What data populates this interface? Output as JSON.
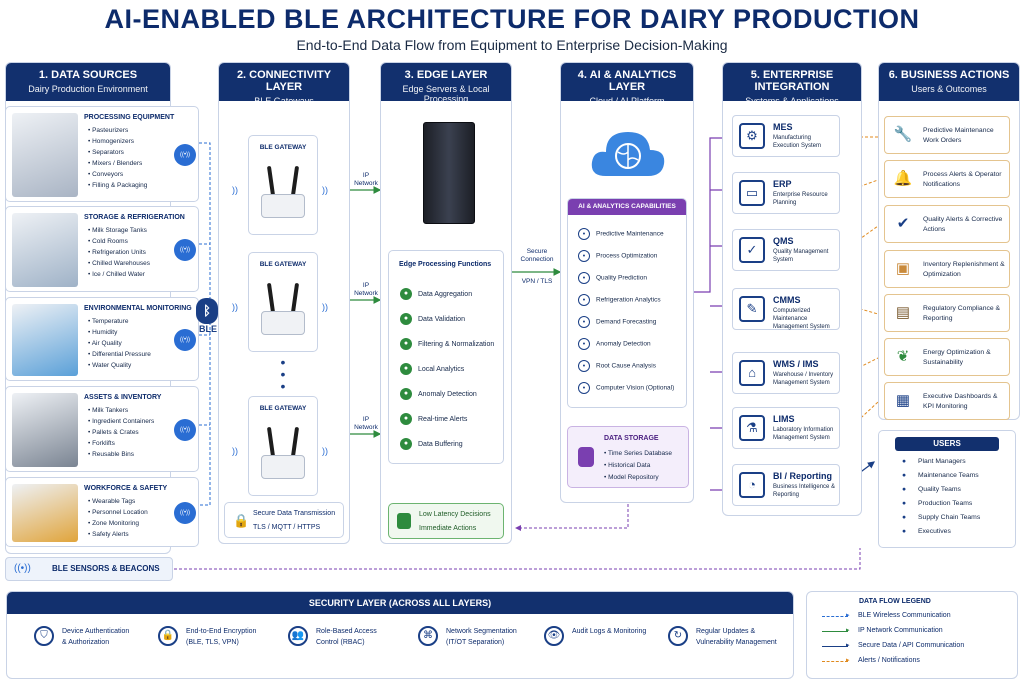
{
  "title": "AI-ENABLED BLE ARCHITECTURE FOR DAIRY PRODUCTION",
  "subtitle": "End-to-End Data Flow from Equipment to Enterprise Decision-Making",
  "columns": {
    "data_sources": {
      "title": "1. DATA SOURCES",
      "subtitle": "Dairy Production Environment"
    },
    "connectivity": {
      "title": "2. CONNECTIVITY LAYER",
      "subtitle": "BLE Gateways"
    },
    "edge": {
      "title": "3. EDGE LAYER",
      "subtitle": "Edge Servers & Local Processing"
    },
    "ai": {
      "title": "4. AI & ANALYTICS LAYER",
      "subtitle": "Cloud / AI Platform"
    },
    "enterprise": {
      "title": "5. ENTERPRISE INTEGRATION",
      "subtitle": "Systems & Applications"
    },
    "business": {
      "title": "6. BUSINESS ACTIONS",
      "subtitle": "Users & Outcomes"
    }
  },
  "sources": [
    {
      "title": "PROCESSING EQUIPMENT",
      "items": [
        "Pasteurizers",
        "Homogenizers",
        "Separators",
        "Mixers / Blenders",
        "Conveyors",
        "Filling & Packaging"
      ]
    },
    {
      "title": "STORAGE & REFRIGERATION",
      "items": [
        "Milk Storage Tanks",
        "Cold Rooms",
        "Refrigeration Units",
        "Chilled Warehouses",
        "Ice / Chilled Water"
      ]
    },
    {
      "title": "ENVIRONMENTAL MONITORING",
      "items": [
        "Temperature",
        "Humidity",
        "Air Quality",
        "Differential Pressure",
        "Water Quality"
      ]
    },
    {
      "title": "ASSETS & INVENTORY",
      "items": [
        "Milk Tankers",
        "Ingredient Containers",
        "Pallets & Crates",
        "Forklifts",
        "Reusable Bins"
      ]
    },
    {
      "title": "WORKFORCE & SAFETY",
      "items": [
        "Wearable Tags",
        "Personnel Location",
        "Zone Monitoring",
        "Safety Alerts"
      ]
    }
  ],
  "ble_label": "BLE",
  "ble_sensors": "BLE SENSORS & BEACONS",
  "gateways": [
    "BLE GATEWAY",
    "BLE GATEWAY",
    "BLE GATEWAY"
  ],
  "ip_network": "IP\nNetwork",
  "secure_tx": {
    "title": "Secure Data Transmission",
    "protocols": "TLS / MQTT / HTTPS"
  },
  "edge": {
    "functions_title": "Edge Processing Functions",
    "functions": [
      "Data Aggregation",
      "Data Validation",
      "Filtering & Normalization",
      "Local Analytics",
      "Anomaly Detection",
      "Real-time Alerts",
      "Data Buffering"
    ],
    "low_latency": {
      "title": "Low Latency Decisions",
      "sub": "Immediate Actions"
    }
  },
  "secure_connection": {
    "label": "Secure\nConnection",
    "protocol": "VPN / TLS"
  },
  "ai": {
    "capabilities_title": "AI & ANALYTICS CAPABILITIES",
    "capabilities": [
      "Predictive Maintenance",
      "Process Optimization",
      "Quality Prediction",
      "Refrigeration Analytics",
      "Demand Forecasting",
      "Anomaly Detection",
      "Root Cause Analysis",
      "Computer Vision (Optional)"
    ],
    "storage_title": "DATA STORAGE",
    "storage": [
      "Time Series Database",
      "Historical Data",
      "Model Repository"
    ]
  },
  "enterprise": [
    {
      "name": "MES",
      "desc": "Manufacturing Execution System",
      "icon": "gear-monitor-icon"
    },
    {
      "name": "ERP",
      "desc": "Enterprise Resource Planning",
      "icon": "monitor-icon"
    },
    {
      "name": "QMS",
      "desc": "Quality Management System",
      "icon": "shield-check-icon"
    },
    {
      "name": "CMMS",
      "desc": "Computerized Maintenance Management System",
      "icon": "wrench-gear-icon"
    },
    {
      "name": "WMS / IMS",
      "desc": "Warehouse / Inventory Management System",
      "icon": "warehouse-icon"
    },
    {
      "name": "LIMS",
      "desc": "Laboratory Information Management System",
      "icon": "flask-icon"
    },
    {
      "name": "BI / Reporting",
      "desc": "Business Intelligence & Reporting",
      "icon": "pie-chart-icon"
    }
  ],
  "actions": [
    {
      "label": "Predictive Maintenance Work Orders",
      "icon": "wrench-icon"
    },
    {
      "label": "Process Alerts & Operator Notifications",
      "icon": "bell-icon"
    },
    {
      "label": "Quality Alerts & Corrective Actions",
      "icon": "shield-check-icon"
    },
    {
      "label": "Inventory Replenishment & Optimization",
      "icon": "box-icon"
    },
    {
      "label": "Regulatory Compliance & Reporting",
      "icon": "clipboard-icon"
    },
    {
      "label": "Energy Optimization & Sustainability",
      "icon": "leaf-icon"
    },
    {
      "label": "Executive Dashboards & KPI Monitoring",
      "icon": "dashboard-icon"
    }
  ],
  "users": {
    "title": "USERS",
    "items": [
      "Plant Managers",
      "Maintenance Teams",
      "Quality Teams",
      "Production Teams",
      "Supply Chain Teams",
      "Executives"
    ]
  },
  "security": {
    "title": "SECURITY LAYER (ACROSS ALL LAYERS)",
    "items": [
      {
        "label": "Device Authentication\n& Authorization",
        "icon": "shield-icon"
      },
      {
        "label": "End-to-End Encryption\n(BLE, TLS, VPN)",
        "icon": "lock-icon"
      },
      {
        "label": "Role-Based Access\nControl (RBAC)",
        "icon": "users-icon"
      },
      {
        "label": "Network Segmentation\n(IT/OT Separation)",
        "icon": "network-icon"
      },
      {
        "label": "Audit Logs & Monitoring",
        "icon": "eye-icon"
      },
      {
        "label": "Regular Updates &\nVulnerability Management",
        "icon": "refresh-icon"
      }
    ]
  },
  "legend": {
    "title": "DATA FLOW LEGEND",
    "items": [
      {
        "label": "BLE Wireless Communication",
        "color": "#2a6dd3",
        "style": "dashed"
      },
      {
        "label": "IP Network Communication",
        "color": "#2e8b3e",
        "style": "solid"
      },
      {
        "label": "Secure Data / API Communication",
        "color": "#1a3f86",
        "style": "solid"
      },
      {
        "label": "Alerts / Notifications",
        "color": "#e08a1e",
        "style": "dashed"
      }
    ]
  },
  "colors": {
    "navy": "#12306e",
    "blue": "#2a6dd3",
    "green": "#2e8b3e",
    "purple": "#7a3fb0",
    "orange": "#e08a1e"
  }
}
